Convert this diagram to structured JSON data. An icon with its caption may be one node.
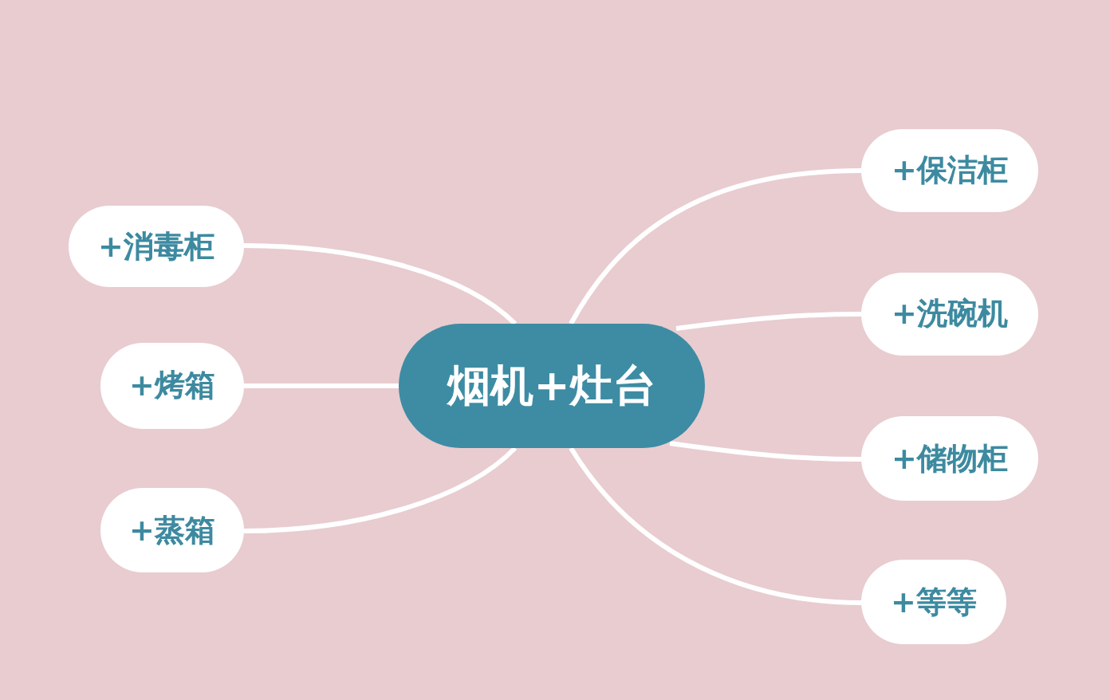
{
  "diagram": {
    "nodes": [
      {
        "text": [
          "烟机+灶台"
        ]
      },
      {
        "text": [
          "+保洁柜"
        ]
      },
      {
        "text": [
          "+消毒柜"
        ]
      },
      {
        "text": [
          "+洗碗机"
        ]
      },
      {
        "text": [
          "+烤箱"
        ]
      },
      {
        "text": [
          "+储物柜"
        ]
      },
      {
        "text": [
          "+蒸箱"
        ]
      },
      {
        "text": [
          "+等等"
        ]
      }
    ],
    "edges": [
      {
        "from": 0,
        "to": 1,
        "arrow": "none"
      },
      {
        "from": 0,
        "to": 2,
        "arrow": "none"
      },
      {
        "from": 0,
        "to": 3,
        "arrow": "none"
      },
      {
        "from": 0,
        "to": 4,
        "arrow": "none"
      },
      {
        "from": 0,
        "to": 5,
        "arrow": "none"
      },
      {
        "from": 0,
        "to": 6,
        "arrow": "none"
      },
      {
        "from": 0,
        "to": 7,
        "arrow": "none"
      }
    ]
  }
}
